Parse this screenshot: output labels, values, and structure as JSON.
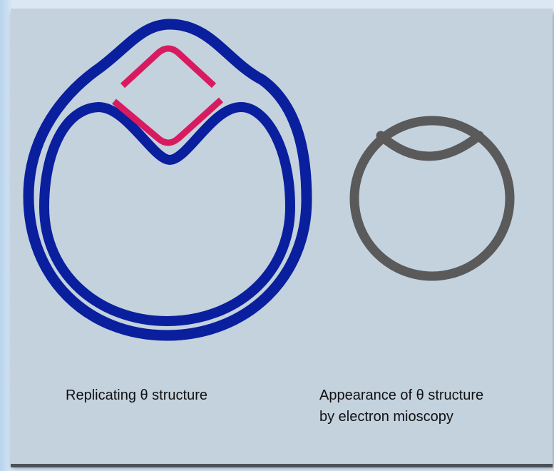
{
  "captions": {
    "left": "Replicating θ structure",
    "right_line1": "Appearance of θ structure",
    "right_line2": "by electron mioscopy"
  },
  "colors": {
    "panel": "#c4d2de",
    "parental_strand": "#0a1f9e",
    "new_strand": "#d81b60",
    "micrograph": "#5a5a5a"
  }
}
